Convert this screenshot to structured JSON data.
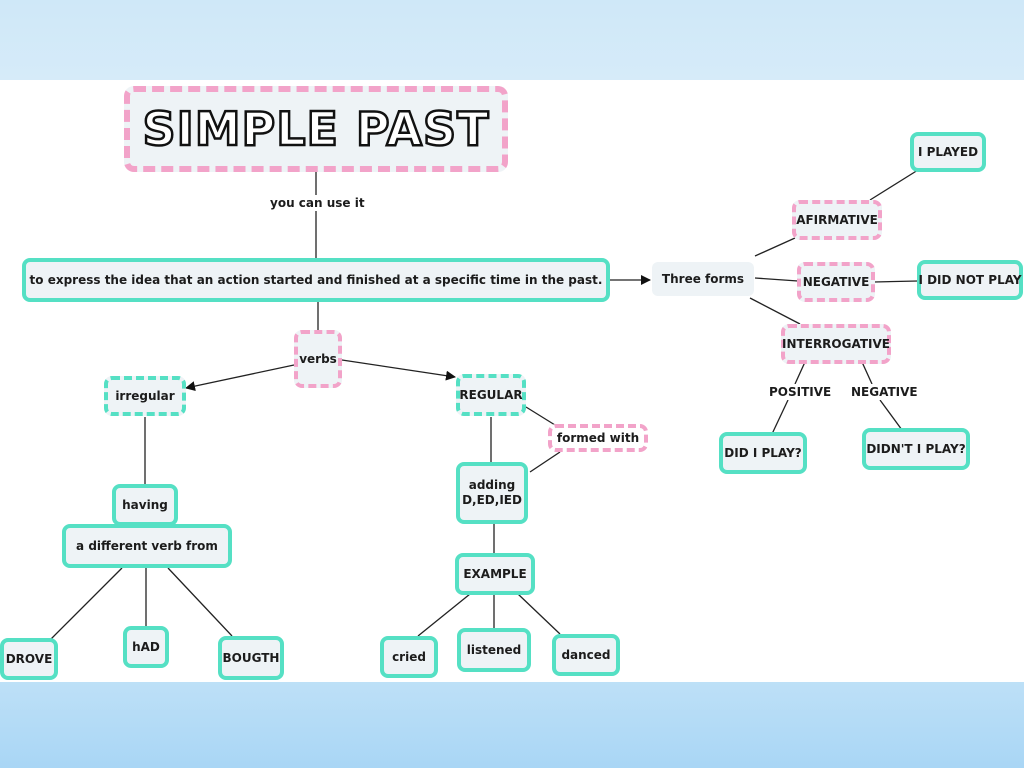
{
  "title": "SIMPLE PAST",
  "edge_you_can_use_it": "you can use it",
  "definition": "to express the idea that an action started and finished at a specific time in the past.",
  "three_forms": "Three forms",
  "afirmative": "AFIRMATIVE",
  "i_played": "I PLAYED",
  "negative": "NEGATIVE",
  "i_did_not_play": "I DID NOT PLAY",
  "interrogative": "INTERROGATIVE",
  "edge_positive": "POSITIVE",
  "edge_negative": "NEGATIVE",
  "did_i_play": "DID I PLAY?",
  "didnt_i_play": "DIDN'T I PLAY?",
  "verbs": "verbs",
  "irregular": "irregular",
  "having": "having",
  "different_verb": "a different verb from",
  "drove": "DROVE",
  "had": "hAD",
  "bougth": "BOUGTH",
  "regular": "REGULAR",
  "formed_with": "formed with",
  "adding": "adding D,ED,IED",
  "example": "EXAMPLE",
  "cried": "cried",
  "listened": "listened",
  "danced": "danced",
  "colors": {
    "teal": "#55e0c4",
    "pink": "#f2a3c9",
    "node_bg": "#eef3f6"
  }
}
